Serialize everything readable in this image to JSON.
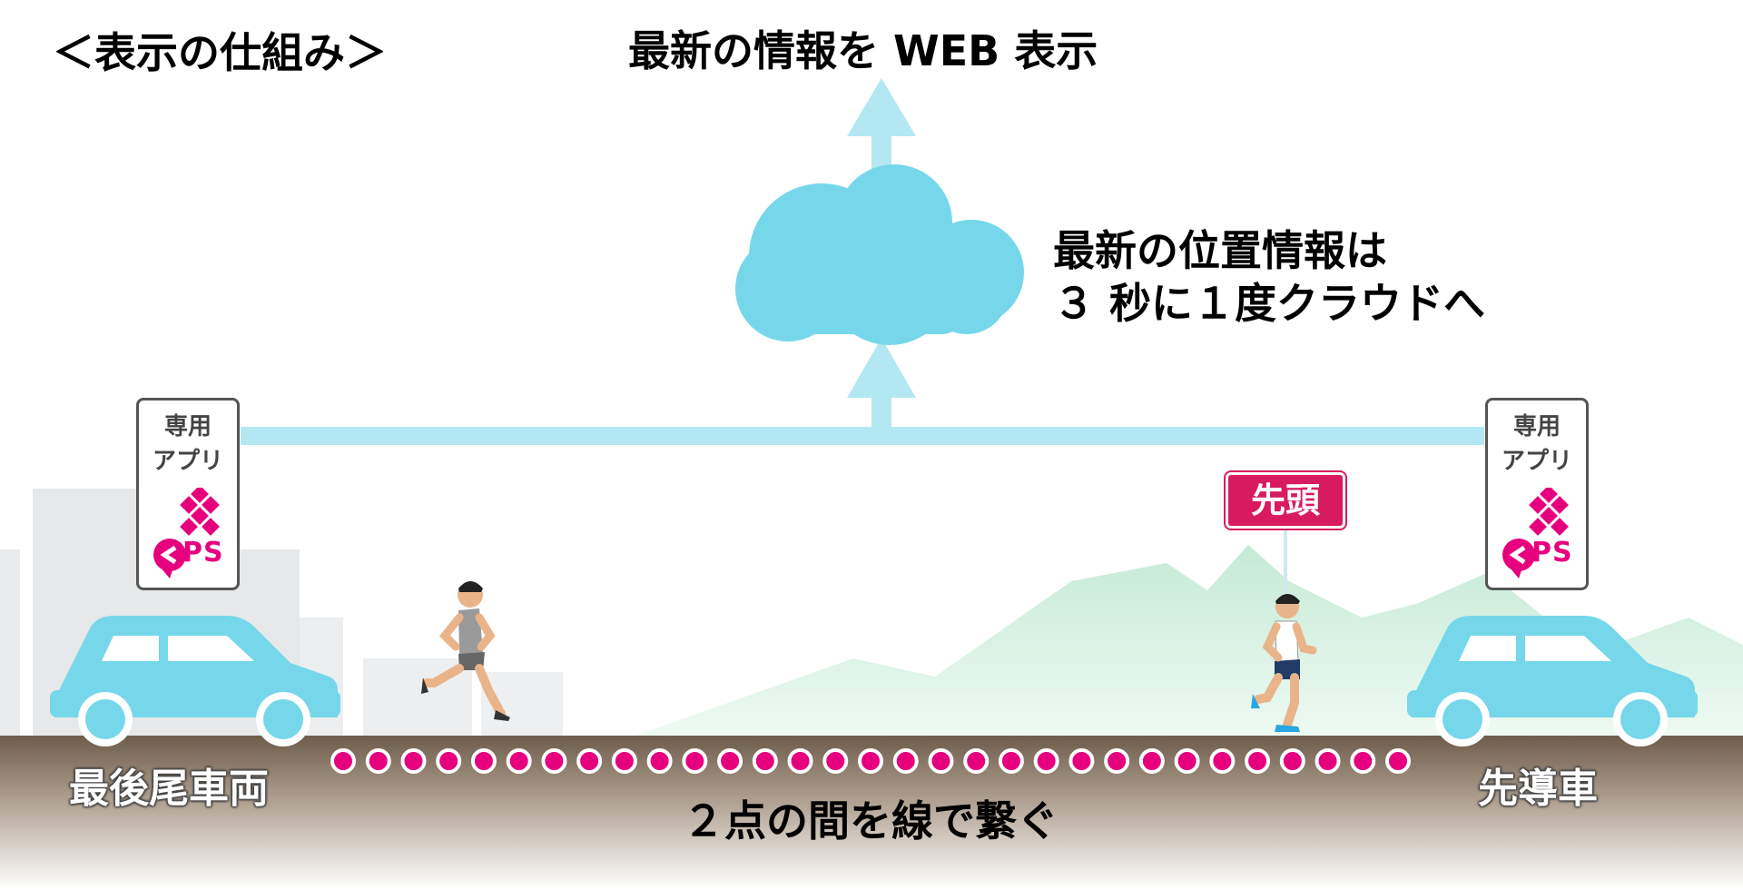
{
  "heading": "＜表示の仕組み＞",
  "top_caption": "最新の情報を WEB 表示",
  "cloud_caption": {
    "line1": "最新の位置情報は",
    "line2": "３ 秒に１度クラウドへ"
  },
  "left_app": {
    "line1": "専用",
    "line2": "アプリ",
    "logo_text": "PS"
  },
  "right_app": {
    "line1": "専用",
    "line2": "アプリ",
    "logo_text": "PS"
  },
  "lead_tag": "先頭",
  "left_vehicle_label": "最後尾車両",
  "right_vehicle_label": "先導車",
  "bottom_caption": "２点の間を線で繋ぐ",
  "colors": {
    "cloud": "#76d7ea",
    "arrow": "#b3e8f2",
    "car": "#76d7ea",
    "dots": "#e6007e",
    "lead_tag": "#d81b60",
    "mountains": "#d6f0e2",
    "road_top": "#6b5a4a",
    "buildings": "#e6e8ea"
  },
  "icons": [
    "cloud-icon",
    "upload-arrow-icon",
    "car-icon",
    "runner-icon",
    "gps-satellite-icon"
  ]
}
